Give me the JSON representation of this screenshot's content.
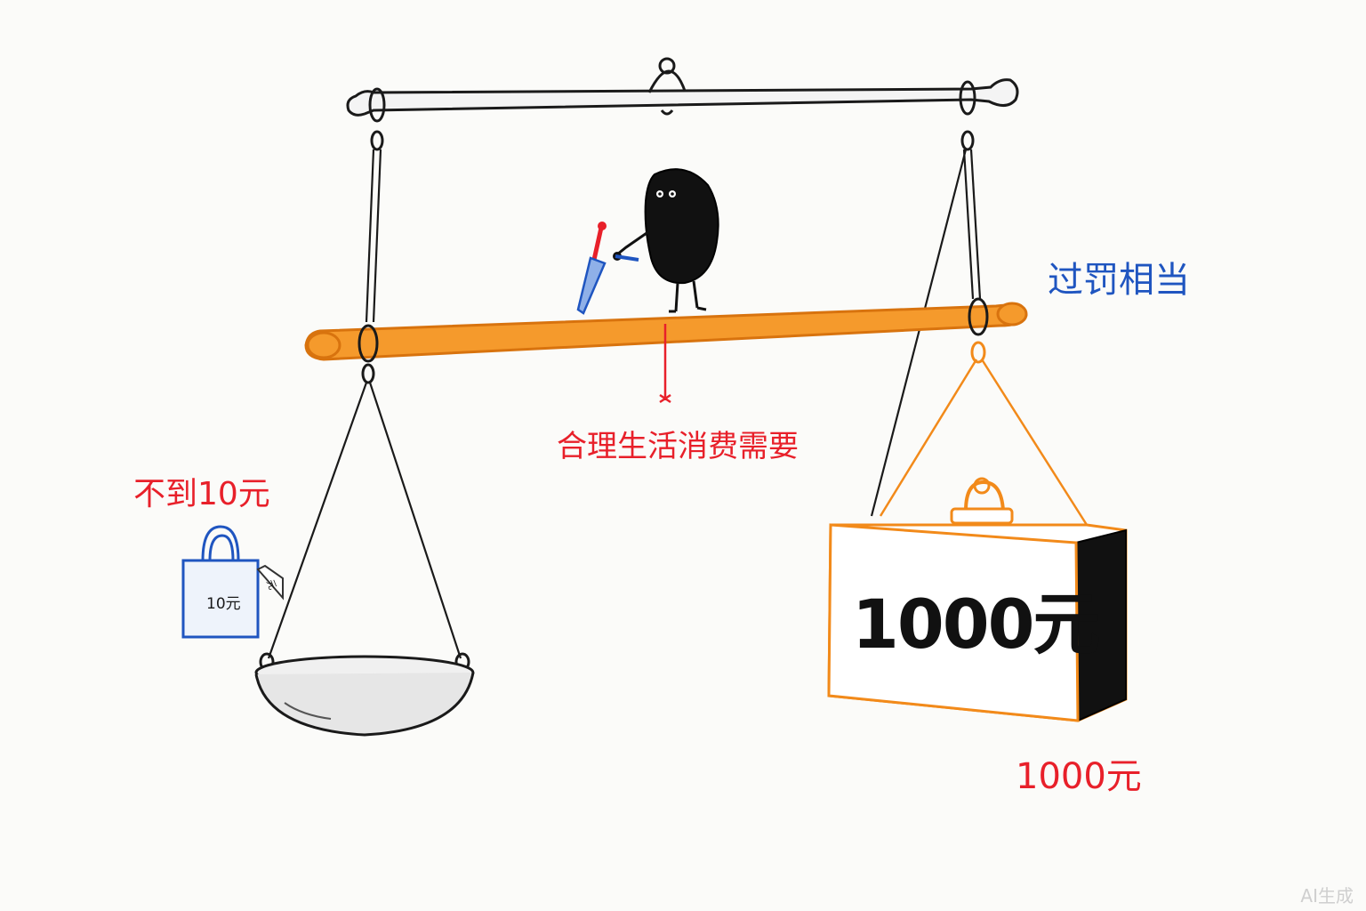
{
  "labels": {
    "left_price": "不到10元",
    "center_note": "合理生活消费需要",
    "right_title": "过罚相当",
    "right_price": "1000元",
    "weight_text": "1000元",
    "bag_label": "10元",
    "tag_label": "元"
  },
  "watermark": "AI生成",
  "colors": {
    "red": "#e8202a",
    "blue": "#1f55c0",
    "orange": "#f28a1a",
    "ink": "#1a1a1a"
  }
}
